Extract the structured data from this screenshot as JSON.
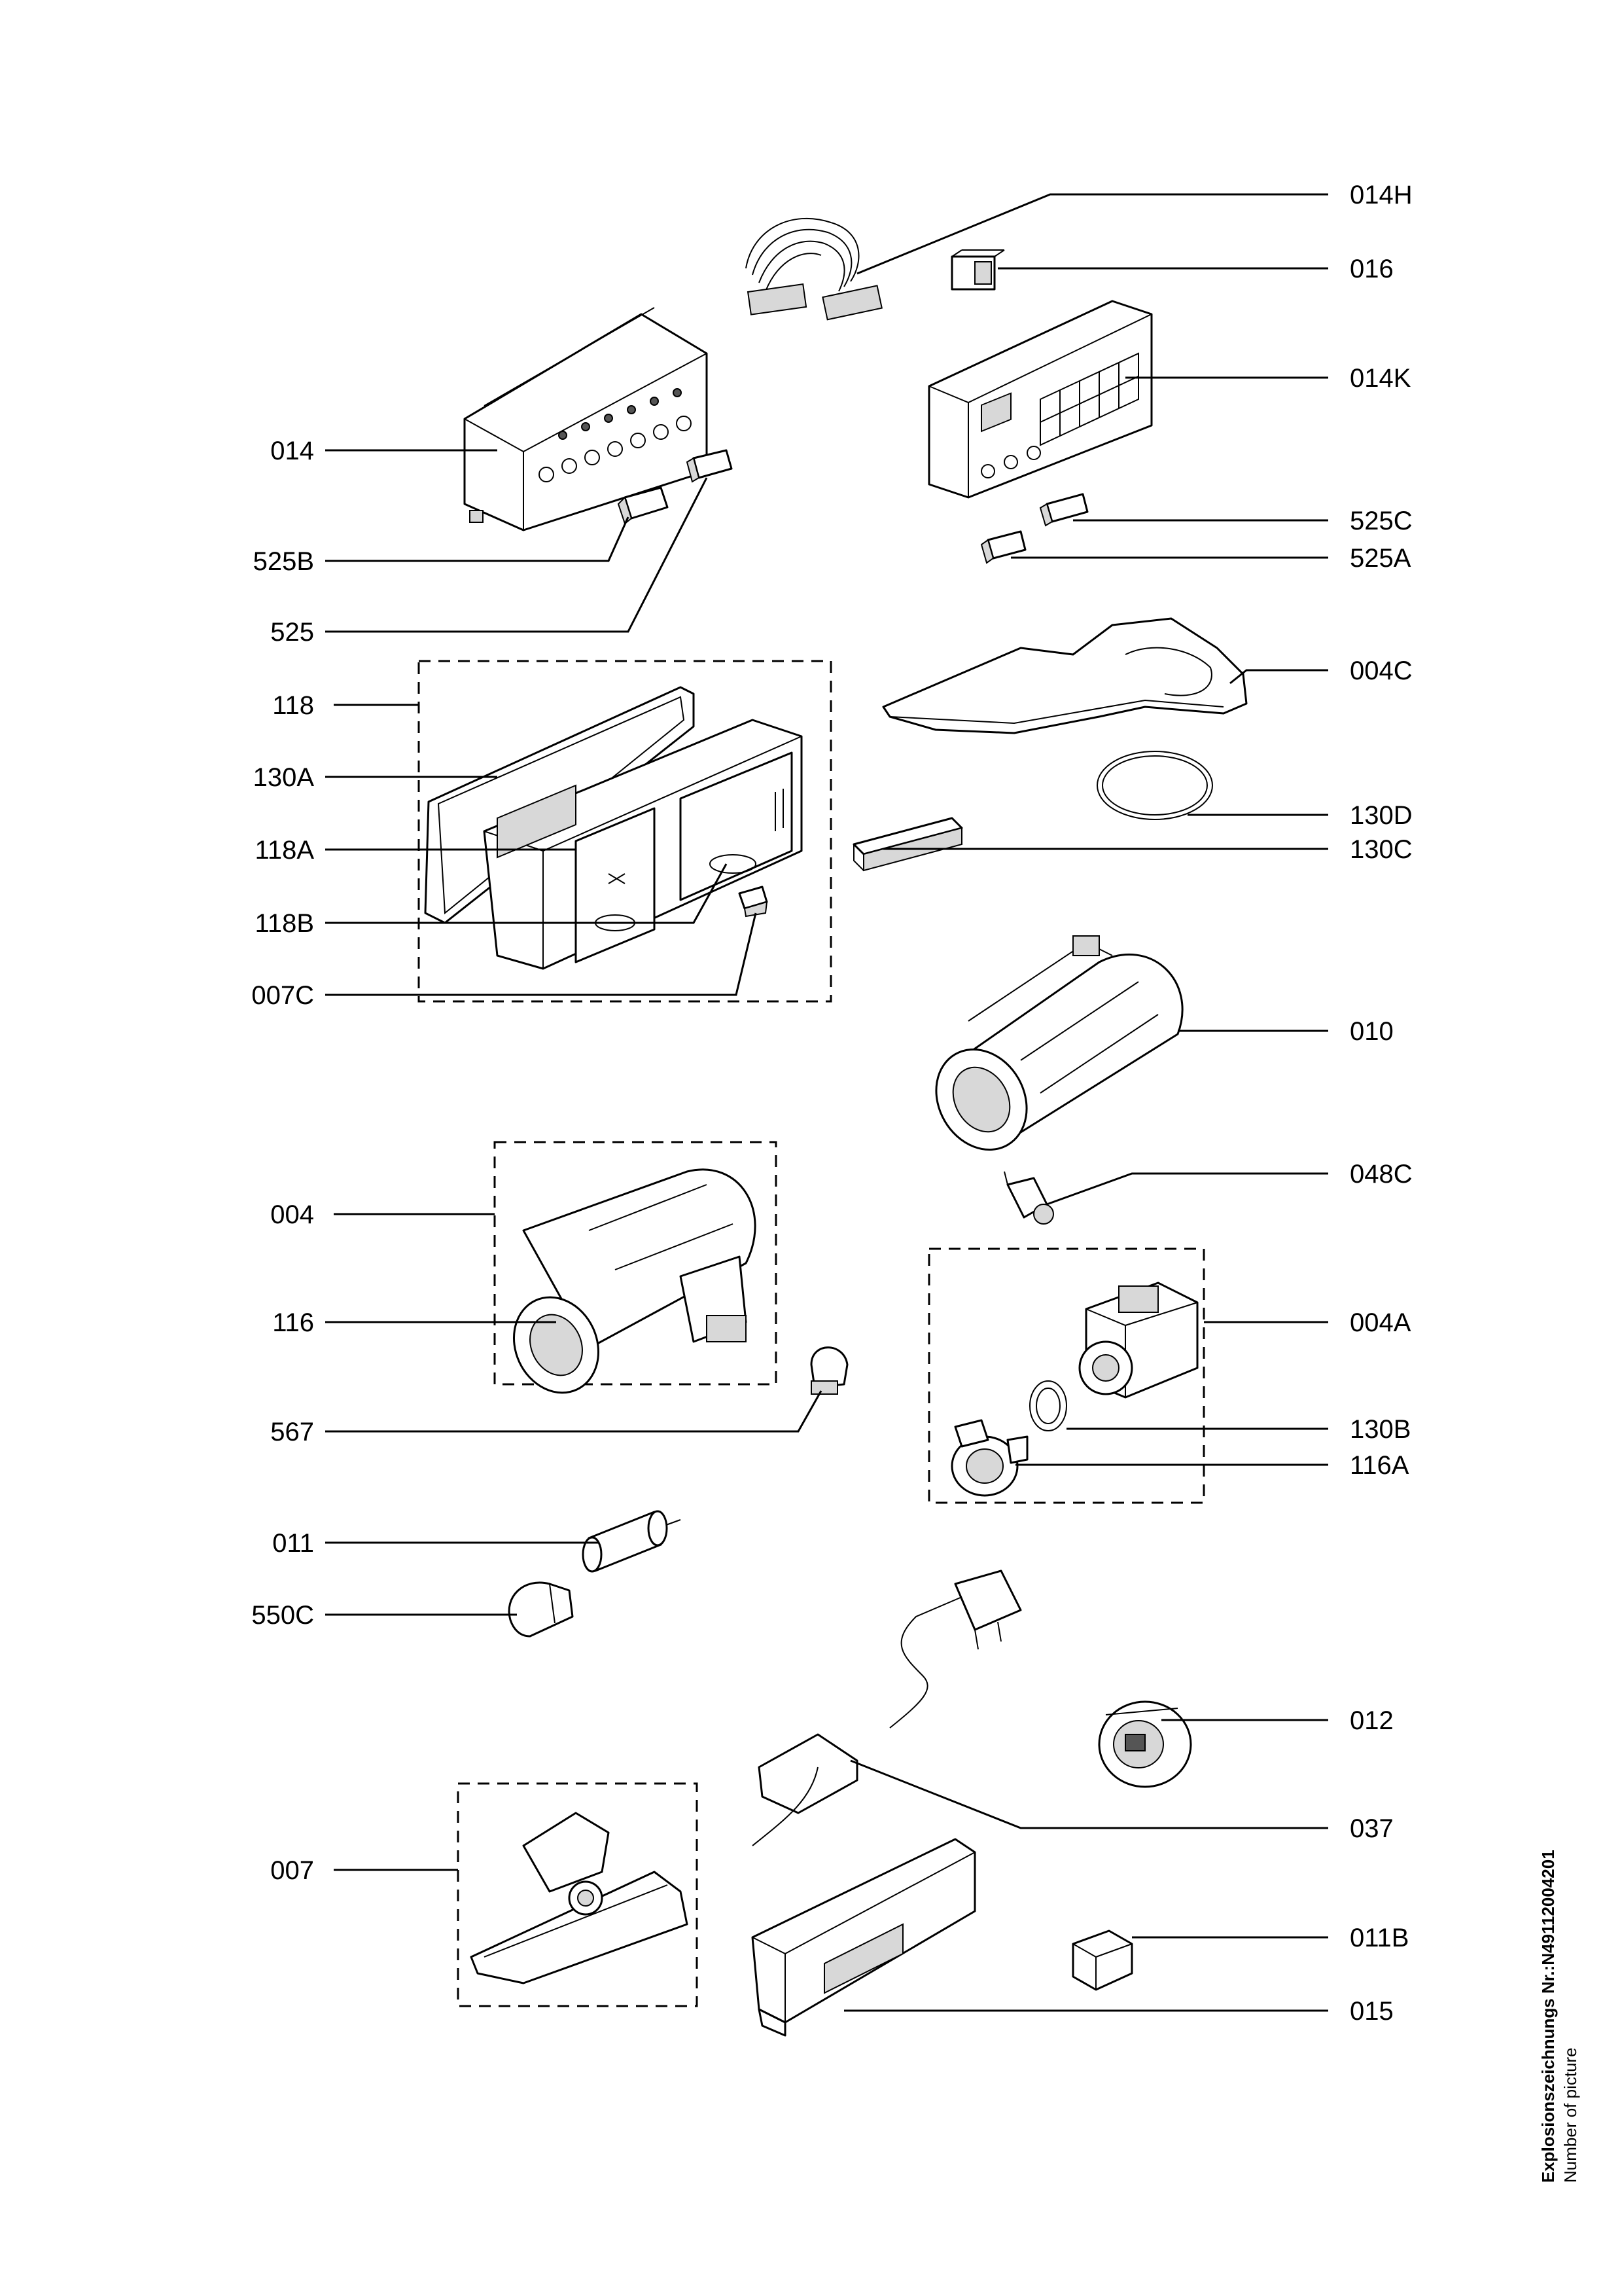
{
  "labels": {
    "l014H": "014H",
    "l016": "016",
    "l014K": "014K",
    "l014": "014",
    "l525C": "525C",
    "l525A": "525A",
    "l525B": "525B",
    "l525": "525",
    "l004C": "004C",
    "l118": "118",
    "l130A": "130A",
    "l130D": "130D",
    "l130C": "130C",
    "l118A": "118A",
    "l118B": "118B",
    "l007C": "007C",
    "l010": "010",
    "l004": "004",
    "l048C": "048C",
    "l116": "116",
    "l004A": "004A",
    "l567": "567",
    "l130B": "130B",
    "l116A": "116A",
    "l011": "011",
    "l550C": "550C",
    "l012": "012",
    "l037": "037",
    "l007": "007",
    "l011B": "011B",
    "l015": "015"
  },
  "footer": {
    "title": "Explosionszeichnungs Nr.:N49112004201",
    "subtitle": "Number of picture"
  }
}
